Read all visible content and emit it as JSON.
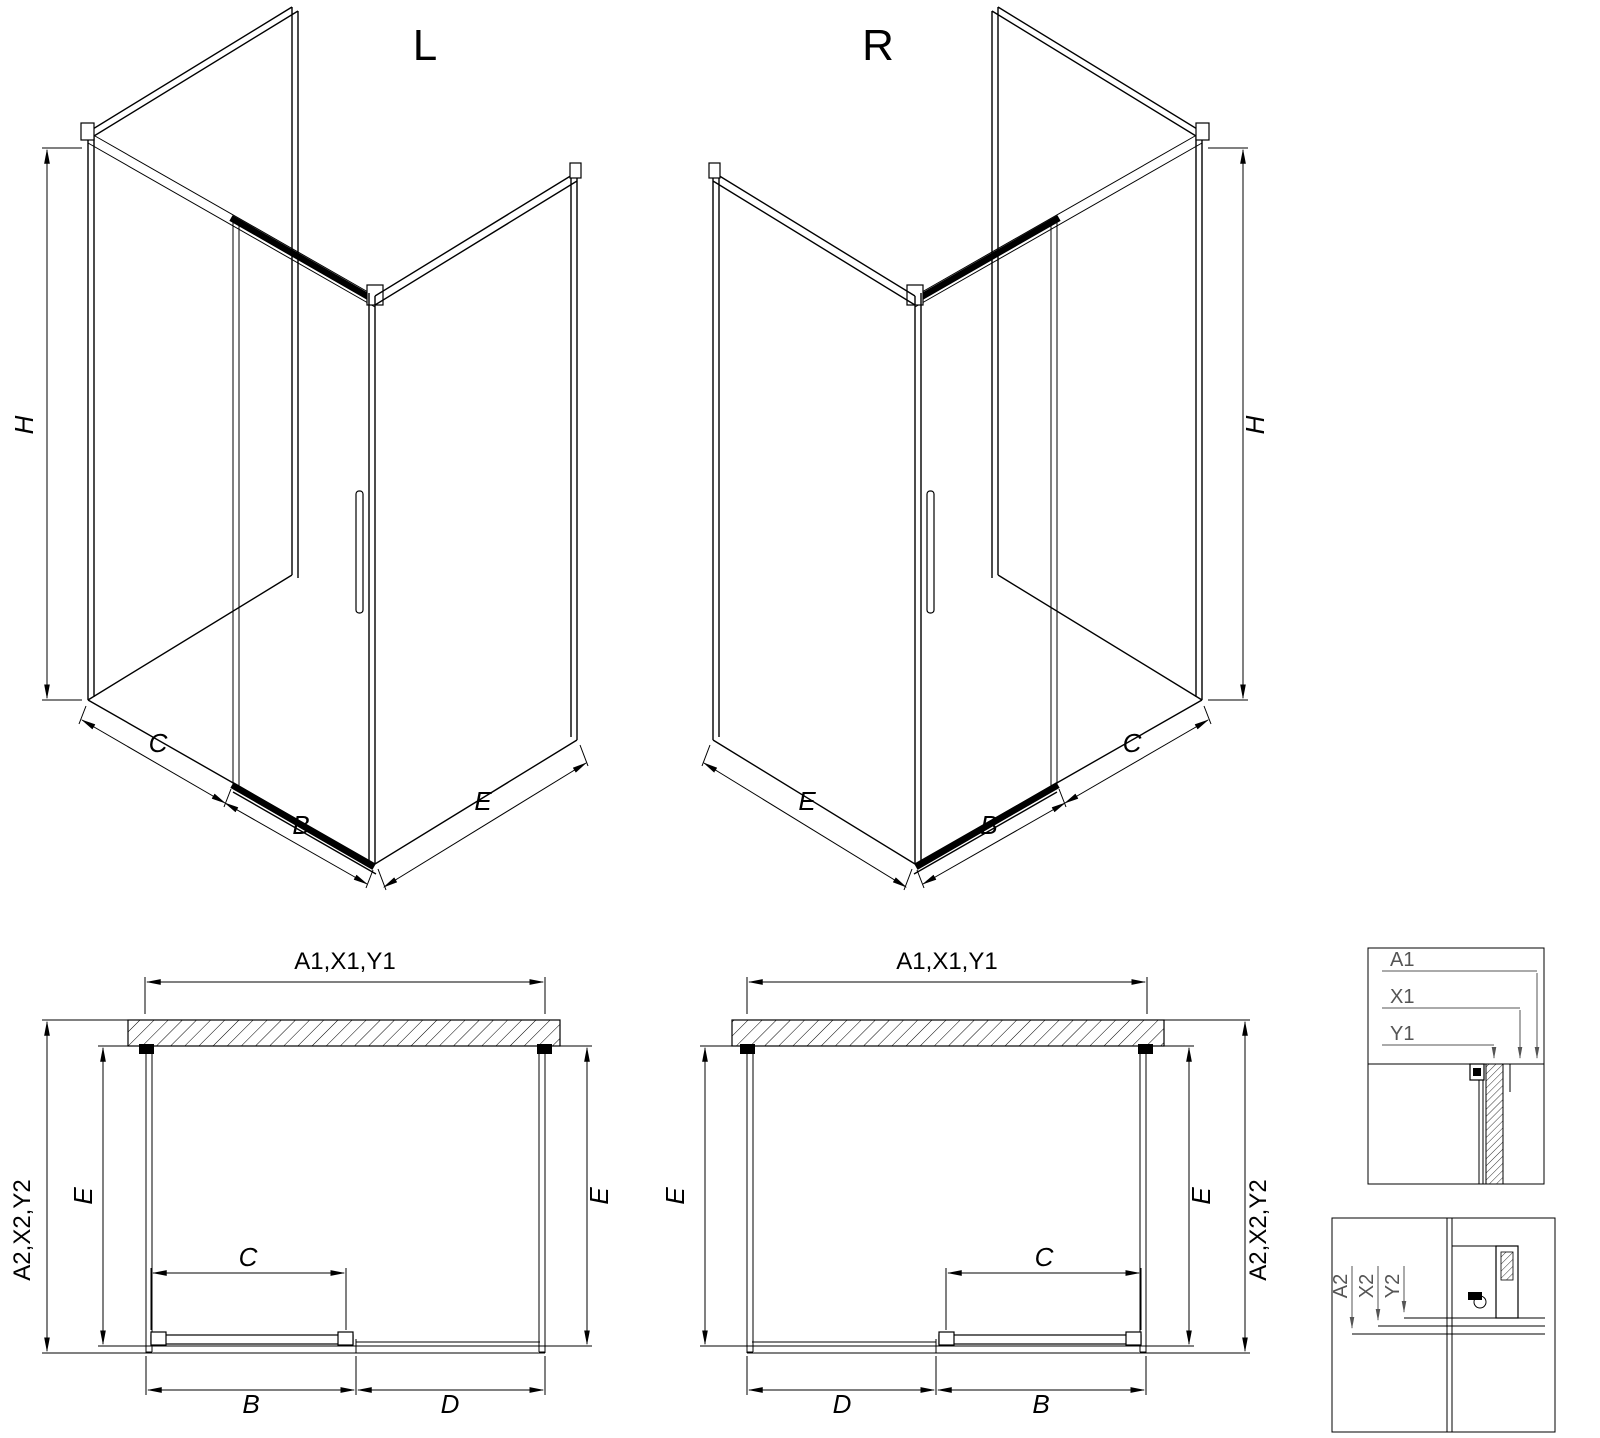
{
  "background": "#ffffff",
  "line_color": "#000000",
  "detail_color": "#555555",
  "views": {
    "iso_left": {
      "title": "L"
    },
    "iso_right": {
      "title": "R"
    }
  },
  "dims": {
    "h": "H",
    "b": "B",
    "c": "C",
    "d": "D",
    "e": "E",
    "a1_group": "A1,X1,Y1",
    "a2_group": "A2,X2,Y2"
  },
  "detail_top": {
    "a1": "A1",
    "x1": "X1",
    "y1": "Y1"
  },
  "detail_bottom": {
    "a2": "A2",
    "x2": "X2",
    "y2": "Y2"
  }
}
